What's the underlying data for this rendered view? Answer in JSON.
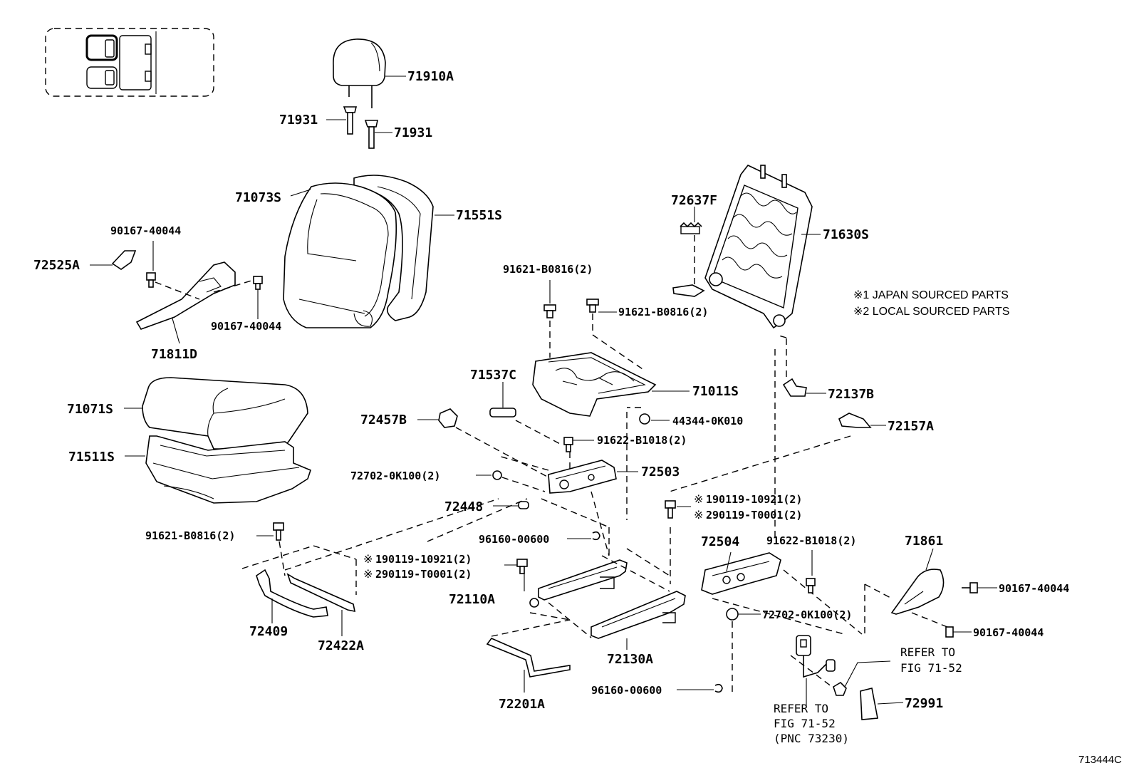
{
  "diagram": {
    "labels": {
      "headrest": "71910A",
      "headrest_support_left": "71931",
      "headrest_support_right": "71931",
      "seatback_cover": "71073S",
      "seatback_pad": "71551S",
      "seatback_frame": "71630S",
      "recliner_cover_clip": "72525A",
      "screw_upper_left": "90167-40044",
      "screw_lower_left": "90167-40044",
      "recliner_cover_inner": "71811D",
      "spring": "72637F",
      "bolt_cushion_left": "91621-B0816(2)",
      "bolt_cushion_right": "91621-B0816(2)",
      "cushion_frame": "71011S",
      "lever_cover": "71537C",
      "knob": "72457B",
      "clip_44344": "44344-0K010",
      "cover_72137": "72137B",
      "cover_72157": "72157A",
      "cushion_cover": "71071S",
      "cushion_pad": "71511S",
      "bolt_91622_upper": "91622-B1018(2)",
      "adjuster_72503": "72503",
      "nut_left": "72702-0K100(2)",
      "bolt_90119_right_1": "190119-10921(2)",
      "bolt_90119_right_2": "290119-T0001(2)",
      "bushing": "72448",
      "washer_upper": "96160-00600",
      "bolt_lower_left": "91621-B0816(2)",
      "bolt_90119_left_1": "190119-10921(2)",
      "bolt_90119_left_2": "290119-T0001(2)",
      "adjuster_72504": "72504",
      "bolt_91622_lower": "91622-B1018(2)",
      "shield": "71861",
      "screw_shield_upper": "90167-40044",
      "screw_shield_lower": "90167-40044",
      "nut_right": "72702-0K100(2)",
      "track_72110": "72110A",
      "track_72130": "72130A",
      "wire_72409": "72409",
      "wire_72422": "72422A",
      "wire_72201": "72201A",
      "washer_lower": "96160-00600",
      "cap": "72991"
    },
    "notes": {
      "japan": "※1 JAPAN SOURCED PARTS",
      "local": "※2 LOCAL SOURCED PARTS",
      "mark": "※"
    },
    "references": {
      "right_line1": "REFER TO",
      "right_line2": "FIG 71-52",
      "bottom_line1": "REFER TO",
      "bottom_line2": "FIG 71-52",
      "bottom_line3": "(PNC 73230)"
    },
    "figure_id": "713444C"
  }
}
